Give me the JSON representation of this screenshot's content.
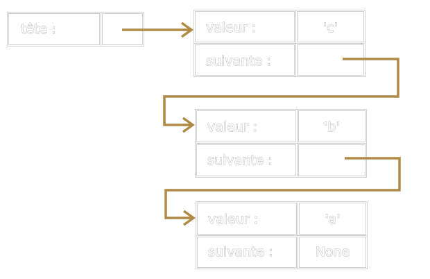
{
  "head": {
    "label": "tête :"
  },
  "nodes": [
    {
      "value_label": "valeur :",
      "value": "'c'",
      "next_label": "suivante :",
      "next": ""
    },
    {
      "value_label": "valeur :",
      "value": "'b'",
      "next_label": "suivante :",
      "next": ""
    },
    {
      "value_label": "valeur :",
      "value": "'a'",
      "next_label": "suivante :",
      "next": "None"
    }
  ],
  "colors": {
    "arrow": "#b08a45",
    "cell_border": "#d2d2d2",
    "text_outline": "#b8b8b8",
    "background": "#ffffff"
  }
}
